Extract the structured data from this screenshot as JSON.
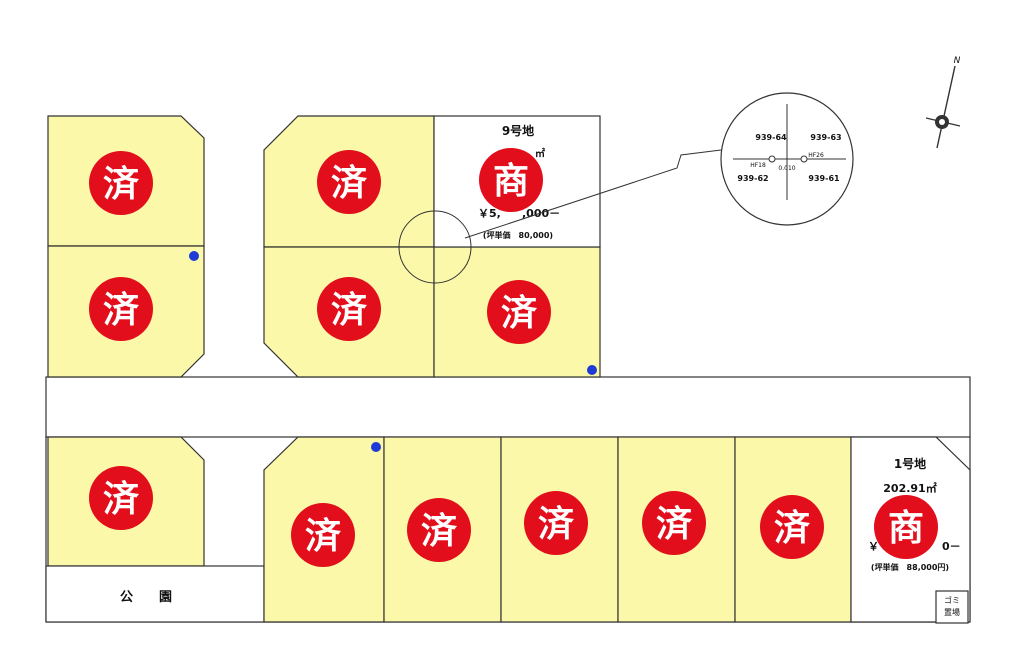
{
  "lots": {
    "sold_label": "済",
    "sold_count": 11
  },
  "lot9": {
    "title": "9号地",
    "area": "㎡",
    "price": "￥5,",
    "price_tail": ",000－",
    "tsubo_price": "(坪単価　80,000)",
    "stamp": "商"
  },
  "lot1": {
    "title": "1号地",
    "area": "202.91㎡",
    "price": "￥",
    "price_tail": "0－",
    "tsubo_price": "(坪単価　88,000円)",
    "stamp": "商"
  },
  "park_label": "公　　園",
  "garbage": {
    "line1": "ゴミ",
    "line2": "置場"
  },
  "inset": {
    "top_left": "939-64",
    "top_right": "939-63",
    "bottom_left": "939-62",
    "bottom_right": "939-61",
    "marker_left": "HF18",
    "marker_right": "HF26",
    "level": "0.010"
  },
  "compass": {
    "north": "N"
  },
  "colors": {
    "lot_fill": "#fbf8a9",
    "sold_stamp": "#e30e1b",
    "marker_dot": "#1f3bd6",
    "line": "#333333"
  }
}
